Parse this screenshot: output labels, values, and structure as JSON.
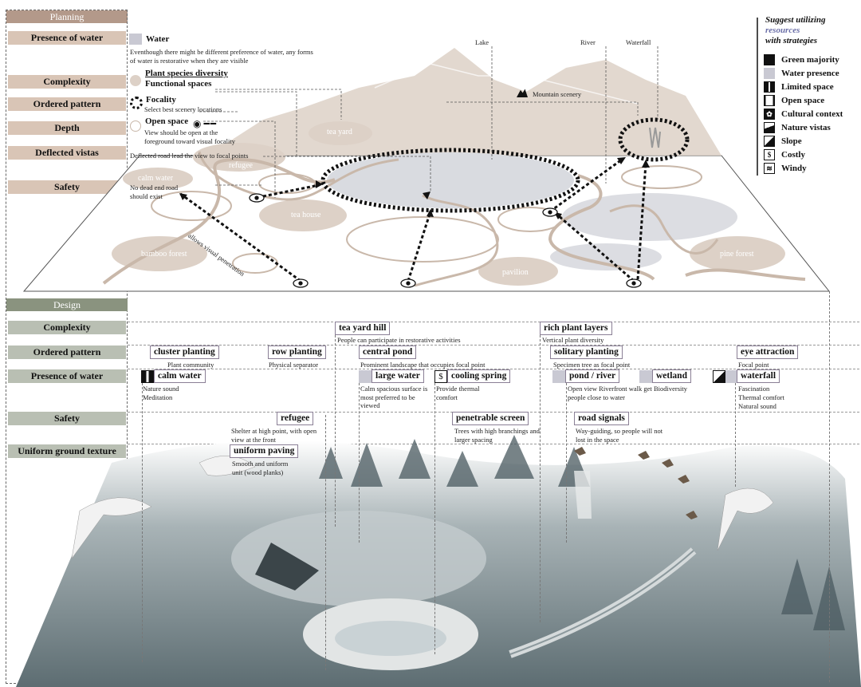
{
  "planning": {
    "header": "Planning",
    "rows": [
      "Presence of water",
      "Complexity",
      "Ordered pattern",
      "Depth",
      "Deflected vistas",
      "Safety"
    ],
    "items": {
      "water": {
        "title": "Water",
        "note": "Eventhough there might be different preference of water, any forms of water is restorative when they are visible"
      },
      "plant_diversity": {
        "title": "Plant species diversity"
      },
      "functional_spaces": {
        "title": "Functional spaces"
      },
      "focality": {
        "title": "Focality",
        "note": "Select best scenery locations"
      },
      "open_space": {
        "title": "Open space",
        "note": "View should be open at the foreground toward visual focality"
      },
      "deflected": {
        "note": "Deflected road lead the view to focal points"
      },
      "safety": {
        "note": "No dead end road should exist"
      }
    },
    "map_labels": {
      "lake": "Lake",
      "river": "River",
      "waterfall": "Waterfall",
      "mountain": "Mountain scenery",
      "tea_yard": "tea yard",
      "refugee": "refugee",
      "calm_water": "calm water",
      "tea_house": "tea house",
      "bamboo_forest": "bamboo forest",
      "pavilion": "pavilion",
      "pine_forest": "pine forest",
      "visual_penetration": "allows visual penetration"
    }
  },
  "legend": {
    "title_line1": "Suggest utilizing",
    "title_line2": "resources",
    "title_line3": "with strategies",
    "items": [
      {
        "label": "Green majority",
        "icon": "black-square-icon"
      },
      {
        "label": "Water presence",
        "icon": "grey-square-icon"
      },
      {
        "label": "Limited space",
        "icon": "limited-space-icon"
      },
      {
        "label": "Open space",
        "icon": "open-space-icon"
      },
      {
        "label": "Cultural context",
        "icon": "cultural-context-icon"
      },
      {
        "label": "Nature vistas",
        "icon": "mountain-icon"
      },
      {
        "label": "Slope",
        "icon": "slope-icon"
      },
      {
        "label": "Costly",
        "icon": "dollar-icon",
        "symbol": "$"
      },
      {
        "label": "Windy",
        "icon": "wind-icon",
        "symbol": "≋"
      }
    ]
  },
  "design": {
    "header": "Design",
    "rows": [
      "Complexity",
      "Ordered pattern",
      "Presence of water",
      "Safety",
      "Uniform ground texture"
    ],
    "items": {
      "tea_yard_hill": {
        "title": "tea yard hill",
        "note": "People can participate in restorative activities"
      },
      "rich_plant": {
        "title": "rich plant layers",
        "note": "Vertical plant diversity"
      },
      "cluster": {
        "title": "cluster planting",
        "note": "Plant community"
      },
      "row": {
        "title": "row planting",
        "note": "Physical separator"
      },
      "central_pond": {
        "title": "central pond",
        "note": "Prominent landscape that occupies focal point"
      },
      "solitary": {
        "title": "solitary planting",
        "note": "Specimen tree as focal point"
      },
      "eye": {
        "title": "eye attraction",
        "note": "Focal point"
      },
      "calm_water": {
        "title": "calm water",
        "note": "Nature sound Meditation"
      },
      "large_water": {
        "title": "large water",
        "note": "Calm spacious surface is most preferred to be viewed"
      },
      "cooling": {
        "title": "cooling spring",
        "note": "Provide thermal comfort"
      },
      "pond_river": {
        "title": "pond / river",
        "note": "Open view Riverfront walk get people close to water"
      },
      "wetland": {
        "title": "wetland",
        "note": "Biodiversity"
      },
      "waterfall": {
        "title": "waterfall",
        "note1": "Fascination",
        "note2": "Thermal comfort",
        "note3": "Natural sound"
      },
      "refugee": {
        "title": "refugee",
        "note": "Shelter at high point, with open view at the front"
      },
      "penetrable": {
        "title": "penetrable screen",
        "note": "Trees with high branchings and larger spacing"
      },
      "road_signals": {
        "title": "road signals",
        "note": "Way-guiding, so people will not lost in the space"
      },
      "paving": {
        "title": "uniform paving",
        "note": "Smooth and uniform unit (wood planks)"
      }
    }
  },
  "colors": {
    "planning_header": "#b3998a",
    "design_header": "#8a937f",
    "beige": "#d9c5b6",
    "path": "#c9b8aa"
  }
}
